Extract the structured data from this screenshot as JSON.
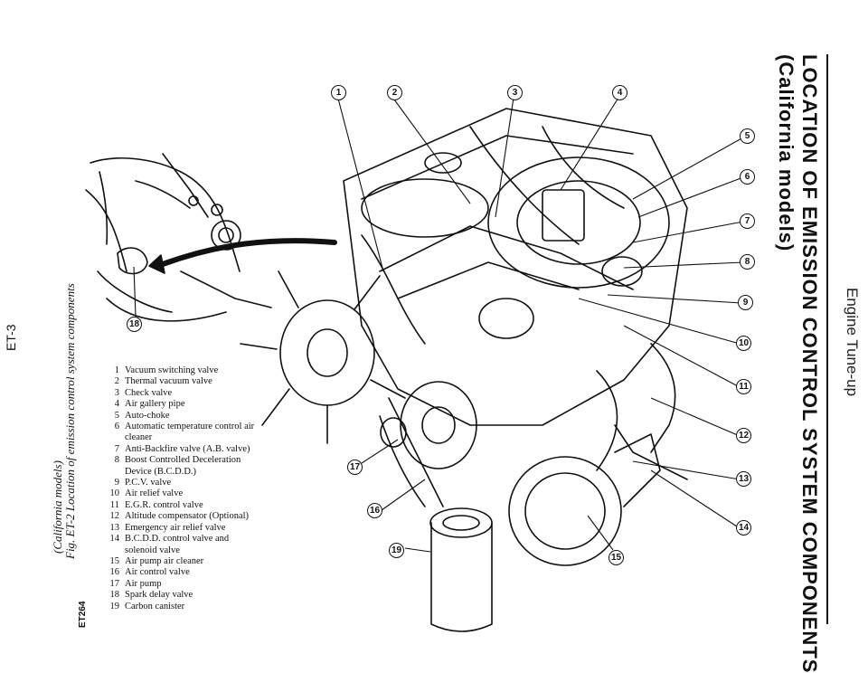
{
  "header": {
    "section": "Engine Tune-up",
    "title": "LOCATION OF EMISSION CONTROL SYSTEM COMPONENTS",
    "subtitle": "(California models)"
  },
  "figure": {
    "caption_line1": "Fig. ET-2  Location of emission control system components",
    "caption_line2": "(California models)",
    "ref_code": "ET264",
    "callouts": [
      "1",
      "2",
      "3",
      "4",
      "5",
      "6",
      "7",
      "8",
      "9",
      "10",
      "11",
      "12",
      "13",
      "14",
      "15",
      "16",
      "17",
      "18",
      "19"
    ]
  },
  "legend": [
    {
      "num": "1",
      "text": "Vacuum switching valve"
    },
    {
      "num": "2",
      "text": "Thermal vacuum valve"
    },
    {
      "num": "3",
      "text": "Check valve"
    },
    {
      "num": "4",
      "text": "Air gallery pipe"
    },
    {
      "num": "5",
      "text": "Auto-choke"
    },
    {
      "num": "6",
      "text": "Automatic temperature control air cleaner"
    },
    {
      "num": "7",
      "text": "Anti-Backfire valve (A.B. valve)"
    },
    {
      "num": "8",
      "text": "Boost Controlled Deceleration Device (B.C.D.D.)"
    },
    {
      "num": "9",
      "text": "P.C.V. valve"
    },
    {
      "num": "10",
      "text": "Air relief valve"
    },
    {
      "num": "11",
      "text": "E.G.R. control valve"
    },
    {
      "num": "12",
      "text": "Altitude compensator (Optional)"
    },
    {
      "num": "13",
      "text": "Emergency air relief valve"
    },
    {
      "num": "14",
      "text": "B.C.D.D. control valve and solenoid valve"
    },
    {
      "num": "15",
      "text": "Air pump air cleaner"
    },
    {
      "num": "16",
      "text": "Air control valve"
    },
    {
      "num": "17",
      "text": "Air pump"
    },
    {
      "num": "18",
      "text": "Spark delay valve"
    },
    {
      "num": "19",
      "text": "Carbon canister"
    }
  ],
  "page_number": "ET-3"
}
